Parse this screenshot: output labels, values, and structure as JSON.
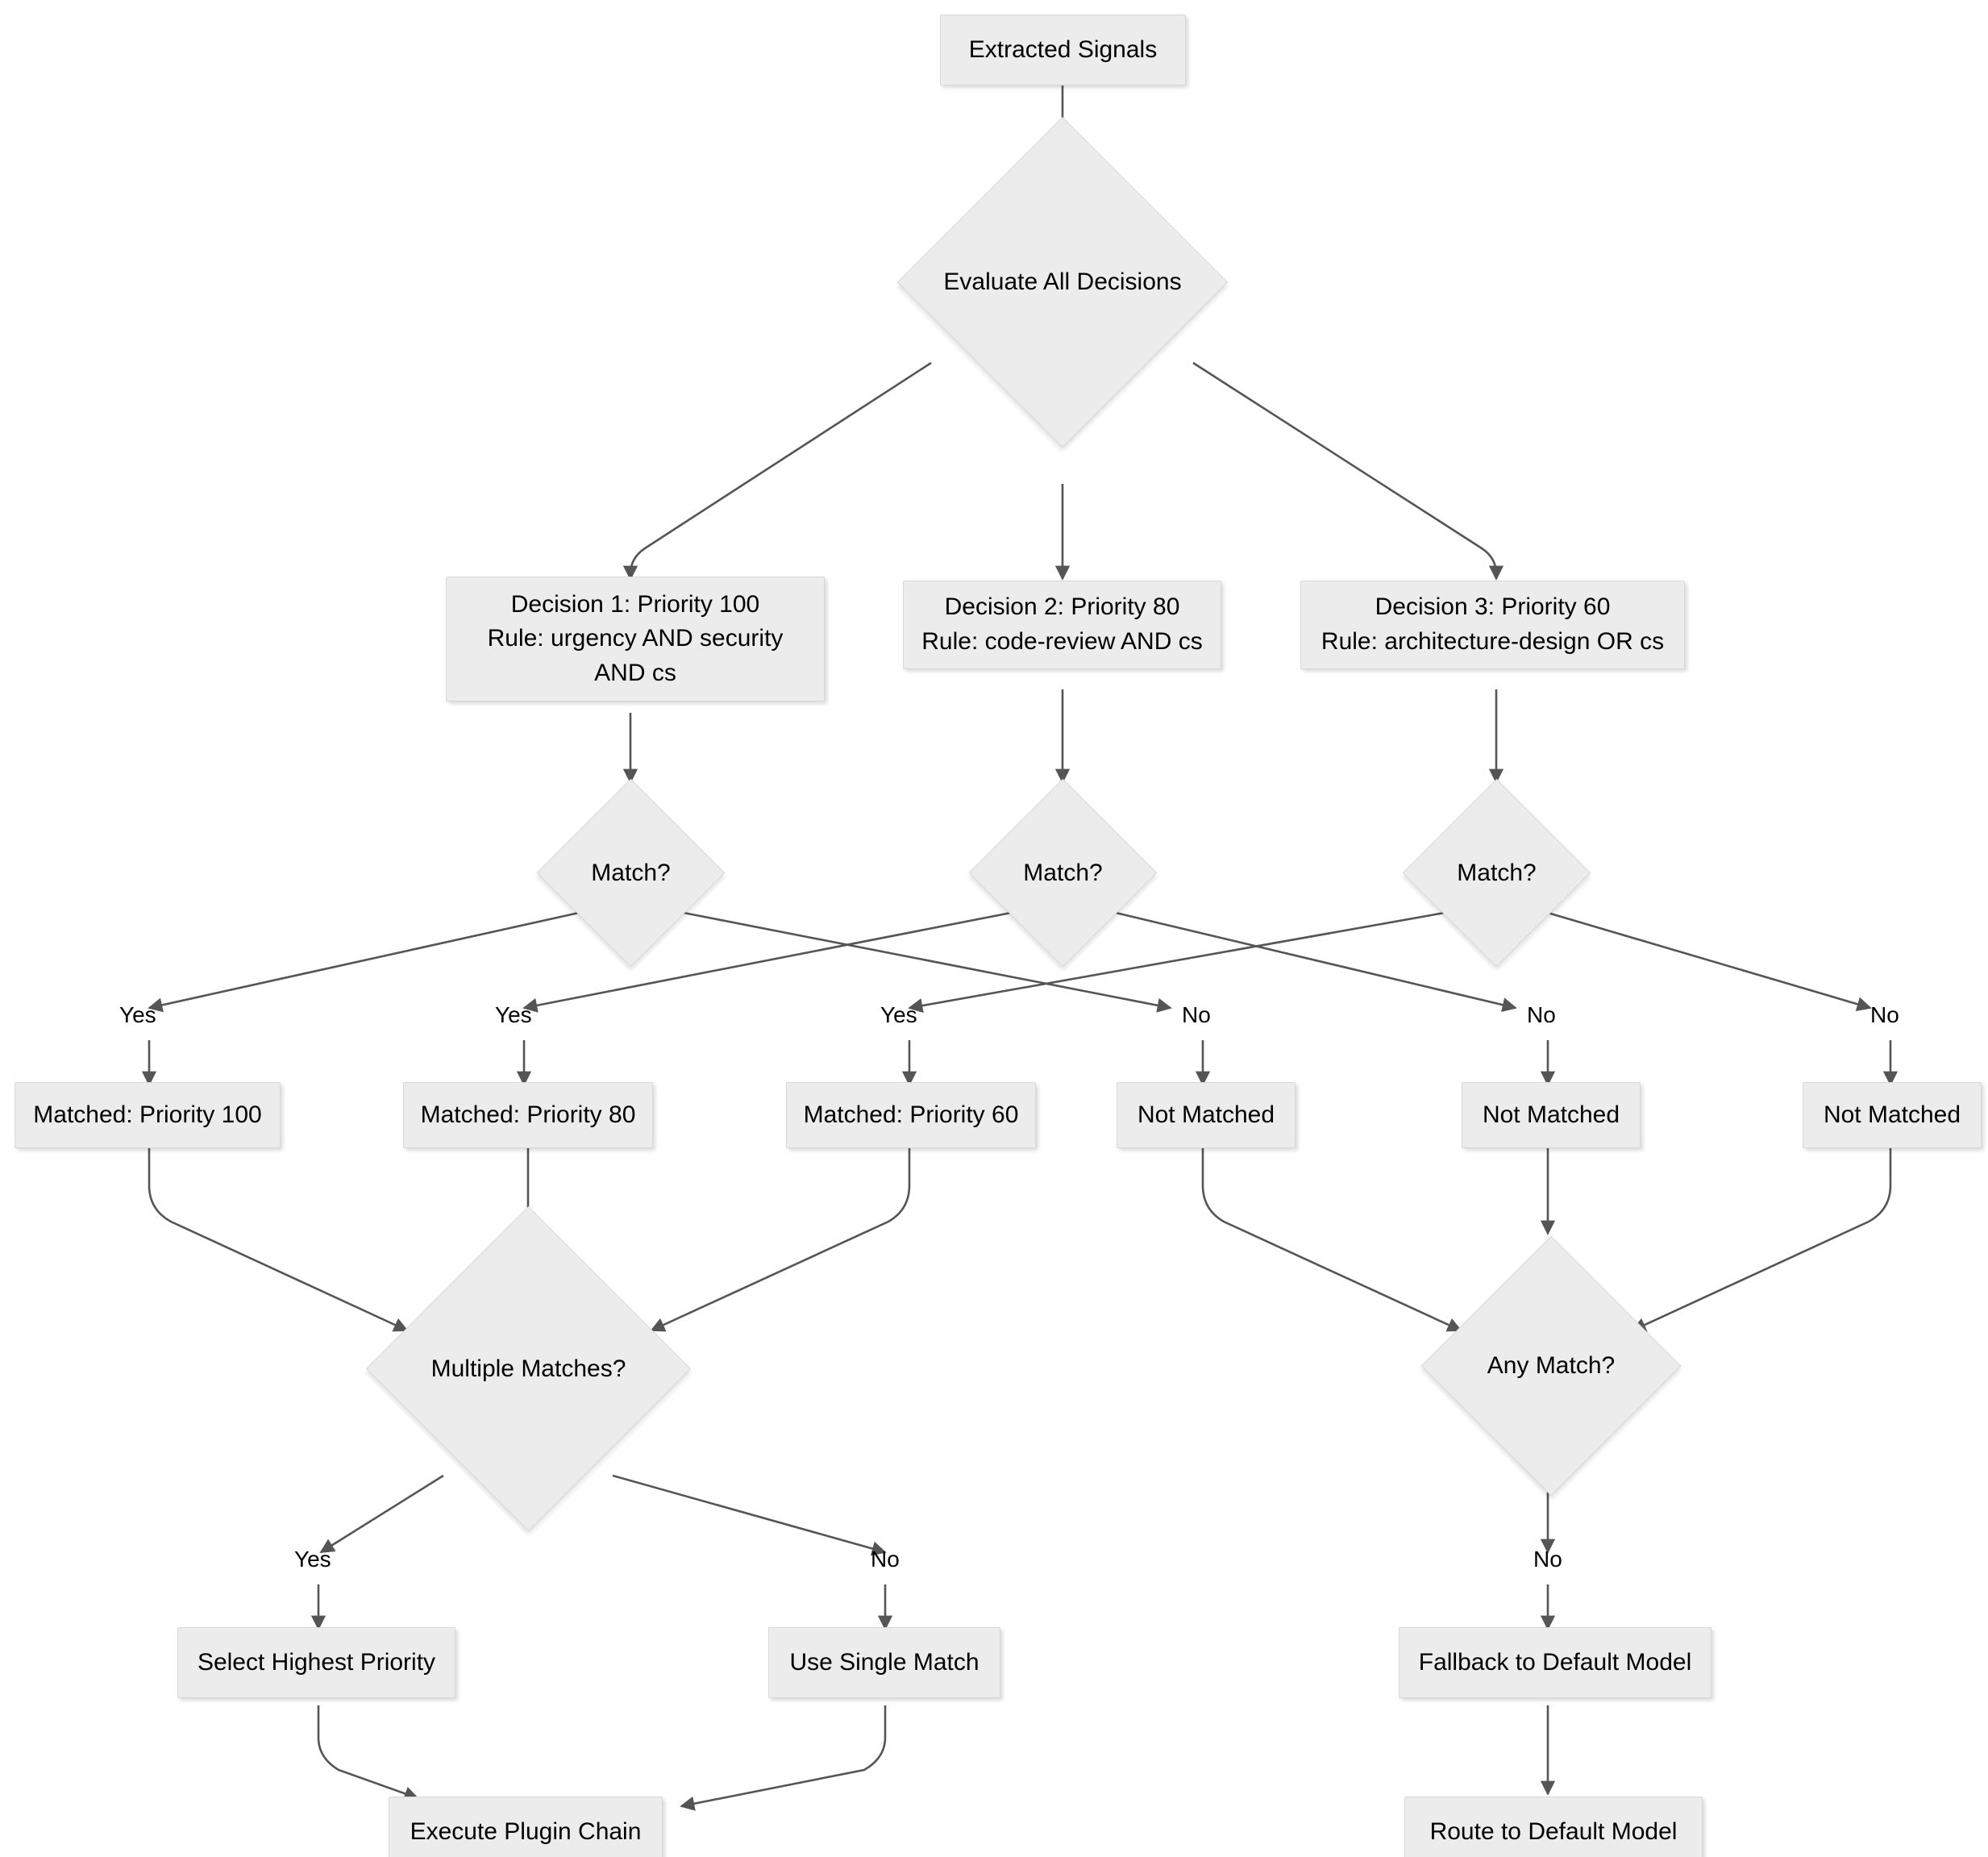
{
  "diagram": {
    "title": "Decision Evaluation and Routing Flowchart",
    "type": "flowchart",
    "direction": "top-down",
    "colors": {
      "node_fill": "#ececec",
      "node_border": "#d8d8d8",
      "edge_stroke": "#555555",
      "text": "#000000",
      "background": "#ffffff"
    }
  },
  "nodes": {
    "start": {
      "label": "Extracted Signals",
      "shape": "rect"
    },
    "evaluate": {
      "label": "Evaluate All Decisions",
      "shape": "diamond"
    },
    "decision1": {
      "label": "Decision 1: Priority 100\nRule: urgency AND security\nAND cs",
      "shape": "rect"
    },
    "decision2": {
      "label": "Decision 2: Priority 80\nRule: code-review AND cs",
      "shape": "rect"
    },
    "decision3": {
      "label": "Decision 3: Priority 60\nRule: architecture-design OR cs",
      "shape": "rect"
    },
    "match1": {
      "label": "Match?",
      "shape": "diamond"
    },
    "match2": {
      "label": "Match?",
      "shape": "diamond"
    },
    "match3": {
      "label": "Match?",
      "shape": "diamond"
    },
    "matched100": {
      "label": "Matched: Priority 100",
      "shape": "rect"
    },
    "matched80": {
      "label": "Matched: Priority 80",
      "shape": "rect"
    },
    "matched60": {
      "label": "Matched: Priority 60",
      "shape": "rect"
    },
    "notmatched1": {
      "label": "Not Matched",
      "shape": "rect"
    },
    "notmatched2": {
      "label": "Not Matched",
      "shape": "rect"
    },
    "notmatched3": {
      "label": "Not Matched",
      "shape": "rect"
    },
    "multiple": {
      "label": "Multiple Matches?",
      "shape": "diamond"
    },
    "anymatch": {
      "label": "Any Match?",
      "shape": "diamond"
    },
    "selecthighest": {
      "label": "Select Highest Priority",
      "shape": "rect"
    },
    "usesingle": {
      "label": "Use Single Match",
      "shape": "rect"
    },
    "fallback": {
      "label": "Fallback to Default Model",
      "shape": "rect"
    },
    "execute": {
      "label": "Execute Plugin Chain",
      "shape": "rect"
    },
    "routedefault": {
      "label": "Route to Default Model",
      "shape": "rect"
    }
  },
  "edge_labels": {
    "yes1": "Yes",
    "yes2": "Yes",
    "yes3": "Yes",
    "no1": "No",
    "no2": "No",
    "no3": "No",
    "multiple_yes": "Yes",
    "multiple_no": "No",
    "anymatch_no": "No"
  },
  "edges": [
    {
      "from": "start",
      "to": "evaluate",
      "label": ""
    },
    {
      "from": "evaluate",
      "to": "decision1",
      "label": ""
    },
    {
      "from": "evaluate",
      "to": "decision2",
      "label": ""
    },
    {
      "from": "evaluate",
      "to": "decision3",
      "label": ""
    },
    {
      "from": "decision1",
      "to": "match1",
      "label": ""
    },
    {
      "from": "decision2",
      "to": "match2",
      "label": ""
    },
    {
      "from": "decision3",
      "to": "match3",
      "label": ""
    },
    {
      "from": "match1",
      "to": "matched100",
      "label": "Yes"
    },
    {
      "from": "match1",
      "to": "notmatched1",
      "label": "No"
    },
    {
      "from": "match2",
      "to": "matched80",
      "label": "Yes"
    },
    {
      "from": "match2",
      "to": "notmatched2",
      "label": "No"
    },
    {
      "from": "match3",
      "to": "matched60",
      "label": "Yes"
    },
    {
      "from": "match3",
      "to": "notmatched3",
      "label": "No"
    },
    {
      "from": "matched100",
      "to": "multiple",
      "label": ""
    },
    {
      "from": "matched80",
      "to": "multiple",
      "label": ""
    },
    {
      "from": "matched60",
      "to": "multiple",
      "label": ""
    },
    {
      "from": "notmatched1",
      "to": "anymatch",
      "label": ""
    },
    {
      "from": "notmatched2",
      "to": "anymatch",
      "label": ""
    },
    {
      "from": "notmatched3",
      "to": "anymatch",
      "label": ""
    },
    {
      "from": "multiple",
      "to": "selecthighest",
      "label": "Yes"
    },
    {
      "from": "multiple",
      "to": "usesingle",
      "label": "No"
    },
    {
      "from": "anymatch",
      "to": "fallback",
      "label": "No"
    },
    {
      "from": "selecthighest",
      "to": "execute",
      "label": ""
    },
    {
      "from": "usesingle",
      "to": "execute",
      "label": ""
    },
    {
      "from": "fallback",
      "to": "routedefault",
      "label": ""
    }
  ]
}
